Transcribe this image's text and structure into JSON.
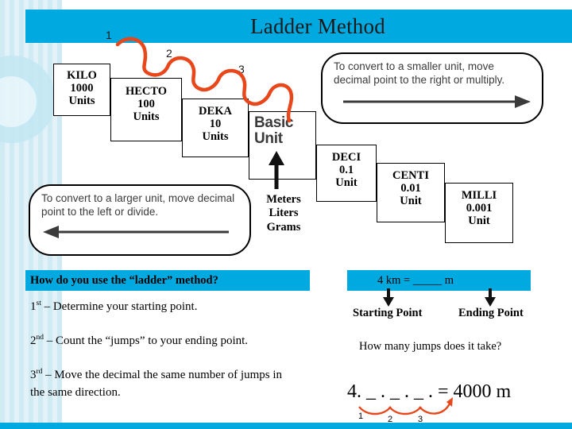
{
  "title": "Ladder Method",
  "steps": {
    "one": "1",
    "two": "2",
    "three": "3"
  },
  "ladder": [
    {
      "name": "kilo",
      "prefix": "KILO",
      "value": "1000",
      "unit": "Units"
    },
    {
      "name": "hecto",
      "prefix": "HECTO",
      "value": "100",
      "unit": "Units"
    },
    {
      "name": "deka",
      "prefix": "DEKA",
      "value": "10",
      "unit": "Units"
    },
    {
      "name": "base",
      "prefix": "Basic",
      "value": "Unit",
      "unit": ""
    },
    {
      "name": "deci",
      "prefix": "DECI",
      "value": "0.1",
      "unit": "Unit"
    },
    {
      "name": "centi",
      "prefix": "CENTI",
      "value": "0.01",
      "unit": "Unit"
    },
    {
      "name": "milli",
      "prefix": "MILLI",
      "value": "0.001",
      "unit": "Unit"
    }
  ],
  "base_unit_labels": {
    "l1": "Meters",
    "l2": "Liters",
    "l3": "Grams"
  },
  "callouts": {
    "smaller": "To convert to a smaller unit, move decimal point to the right or multiply.",
    "larger": "To convert to a larger unit, move decimal point to the left or divide."
  },
  "question_banner": "How do you use the “ladder” method?",
  "instructions": [
    {
      "ord": "1",
      "sup": "st",
      "text": " – Determine your starting point."
    },
    {
      "ord": "2",
      "sup": "nd",
      "text": " – Count the “jumps” to your ending point."
    },
    {
      "ord": "3",
      "sup": "rd",
      "text": " – Move the decimal the same number of jumps in the same direction."
    }
  ],
  "example": {
    "banner": "4 km = _____ m",
    "start_label": "Starting Point",
    "end_label": "Ending Point",
    "jumps_question": "How many jumps does it take?",
    "equation": "4. _ . _ . _ . = 4000 m",
    "jump_numbers": [
      "1",
      "2",
      "3"
    ]
  },
  "colors": {
    "accent": "#00a9e0",
    "arrow": "#E8471C",
    "band": "#d9eef6"
  }
}
